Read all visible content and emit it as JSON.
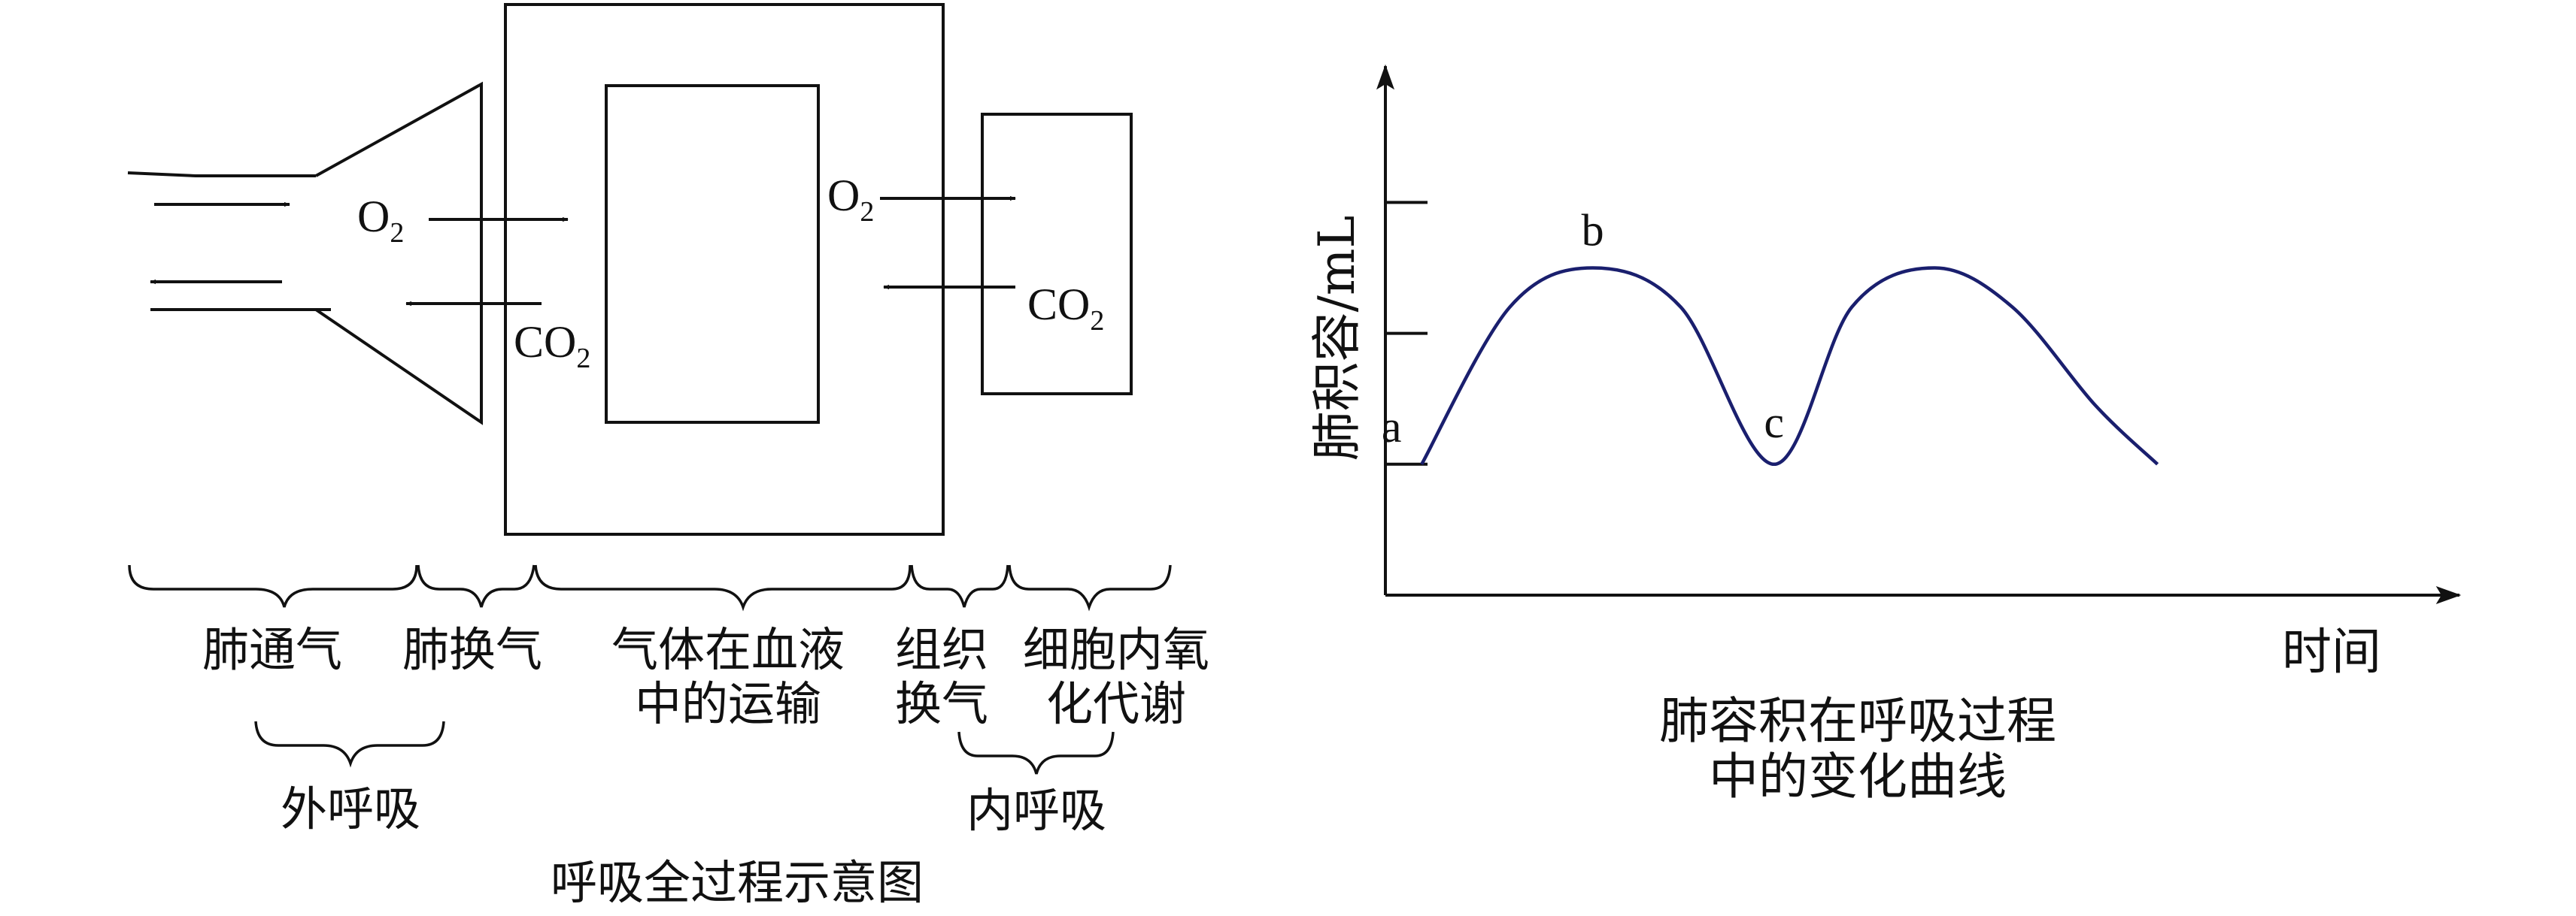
{
  "left_diagram": {
    "caption": "呼吸全过程示意图",
    "gas_labels": {
      "o2_left": {
        "main": "O",
        "sub": "2"
      },
      "co2_left": {
        "main": "CO",
        "sub": "2"
      },
      "o2_right": {
        "main": "O",
        "sub": "2"
      },
      "co2_right": {
        "main": "CO",
        "sub": "2"
      }
    },
    "stages": [
      {
        "lines": [
          "肺通气"
        ]
      },
      {
        "lines": [
          "肺换气"
        ]
      },
      {
        "lines": [
          "气体在血液",
          "中的运输"
        ]
      },
      {
        "lines": [
          "组织",
          "换气"
        ]
      },
      {
        "lines": [
          "细胞内氧",
          "化代谢"
        ]
      }
    ],
    "groups": {
      "external": "外呼吸",
      "internal": "内呼吸"
    }
  },
  "right_chart": {
    "caption_lines": [
      "肺容积在呼吸过程",
      "中的变化曲线"
    ],
    "ylabel": "肺积容/mL",
    "xlabel": "时间",
    "points": {
      "a": "a",
      "b": "b",
      "c": "c"
    }
  },
  "chart_data": {
    "type": "line",
    "title": "肺容积在呼吸过程中的变化曲线",
    "xlabel": "时间",
    "ylabel": "肺积容/mL",
    "y_ticks": [
      1,
      2,
      3
    ],
    "ylim": [
      0,
      3.8
    ],
    "xlim": [
      0,
      10
    ],
    "series": [
      {
        "x": [
          0.35,
          1.2,
          2.0,
          2.85,
          3.75,
          4.5,
          5.3,
          6.05,
          6.85,
          7.45
        ],
        "y": [
          1.0,
          2.2,
          2.5,
          2.2,
          1.0,
          2.2,
          2.5,
          2.2,
          1.45,
          1.0
        ]
      }
    ],
    "annotations": [
      {
        "text": "a",
        "x": 0.35,
        "y": 1.0
      },
      {
        "text": "b",
        "x": 2.0,
        "y": 2.5
      },
      {
        "text": "c",
        "x": 3.75,
        "y": 1.0
      }
    ],
    "grid": false
  }
}
